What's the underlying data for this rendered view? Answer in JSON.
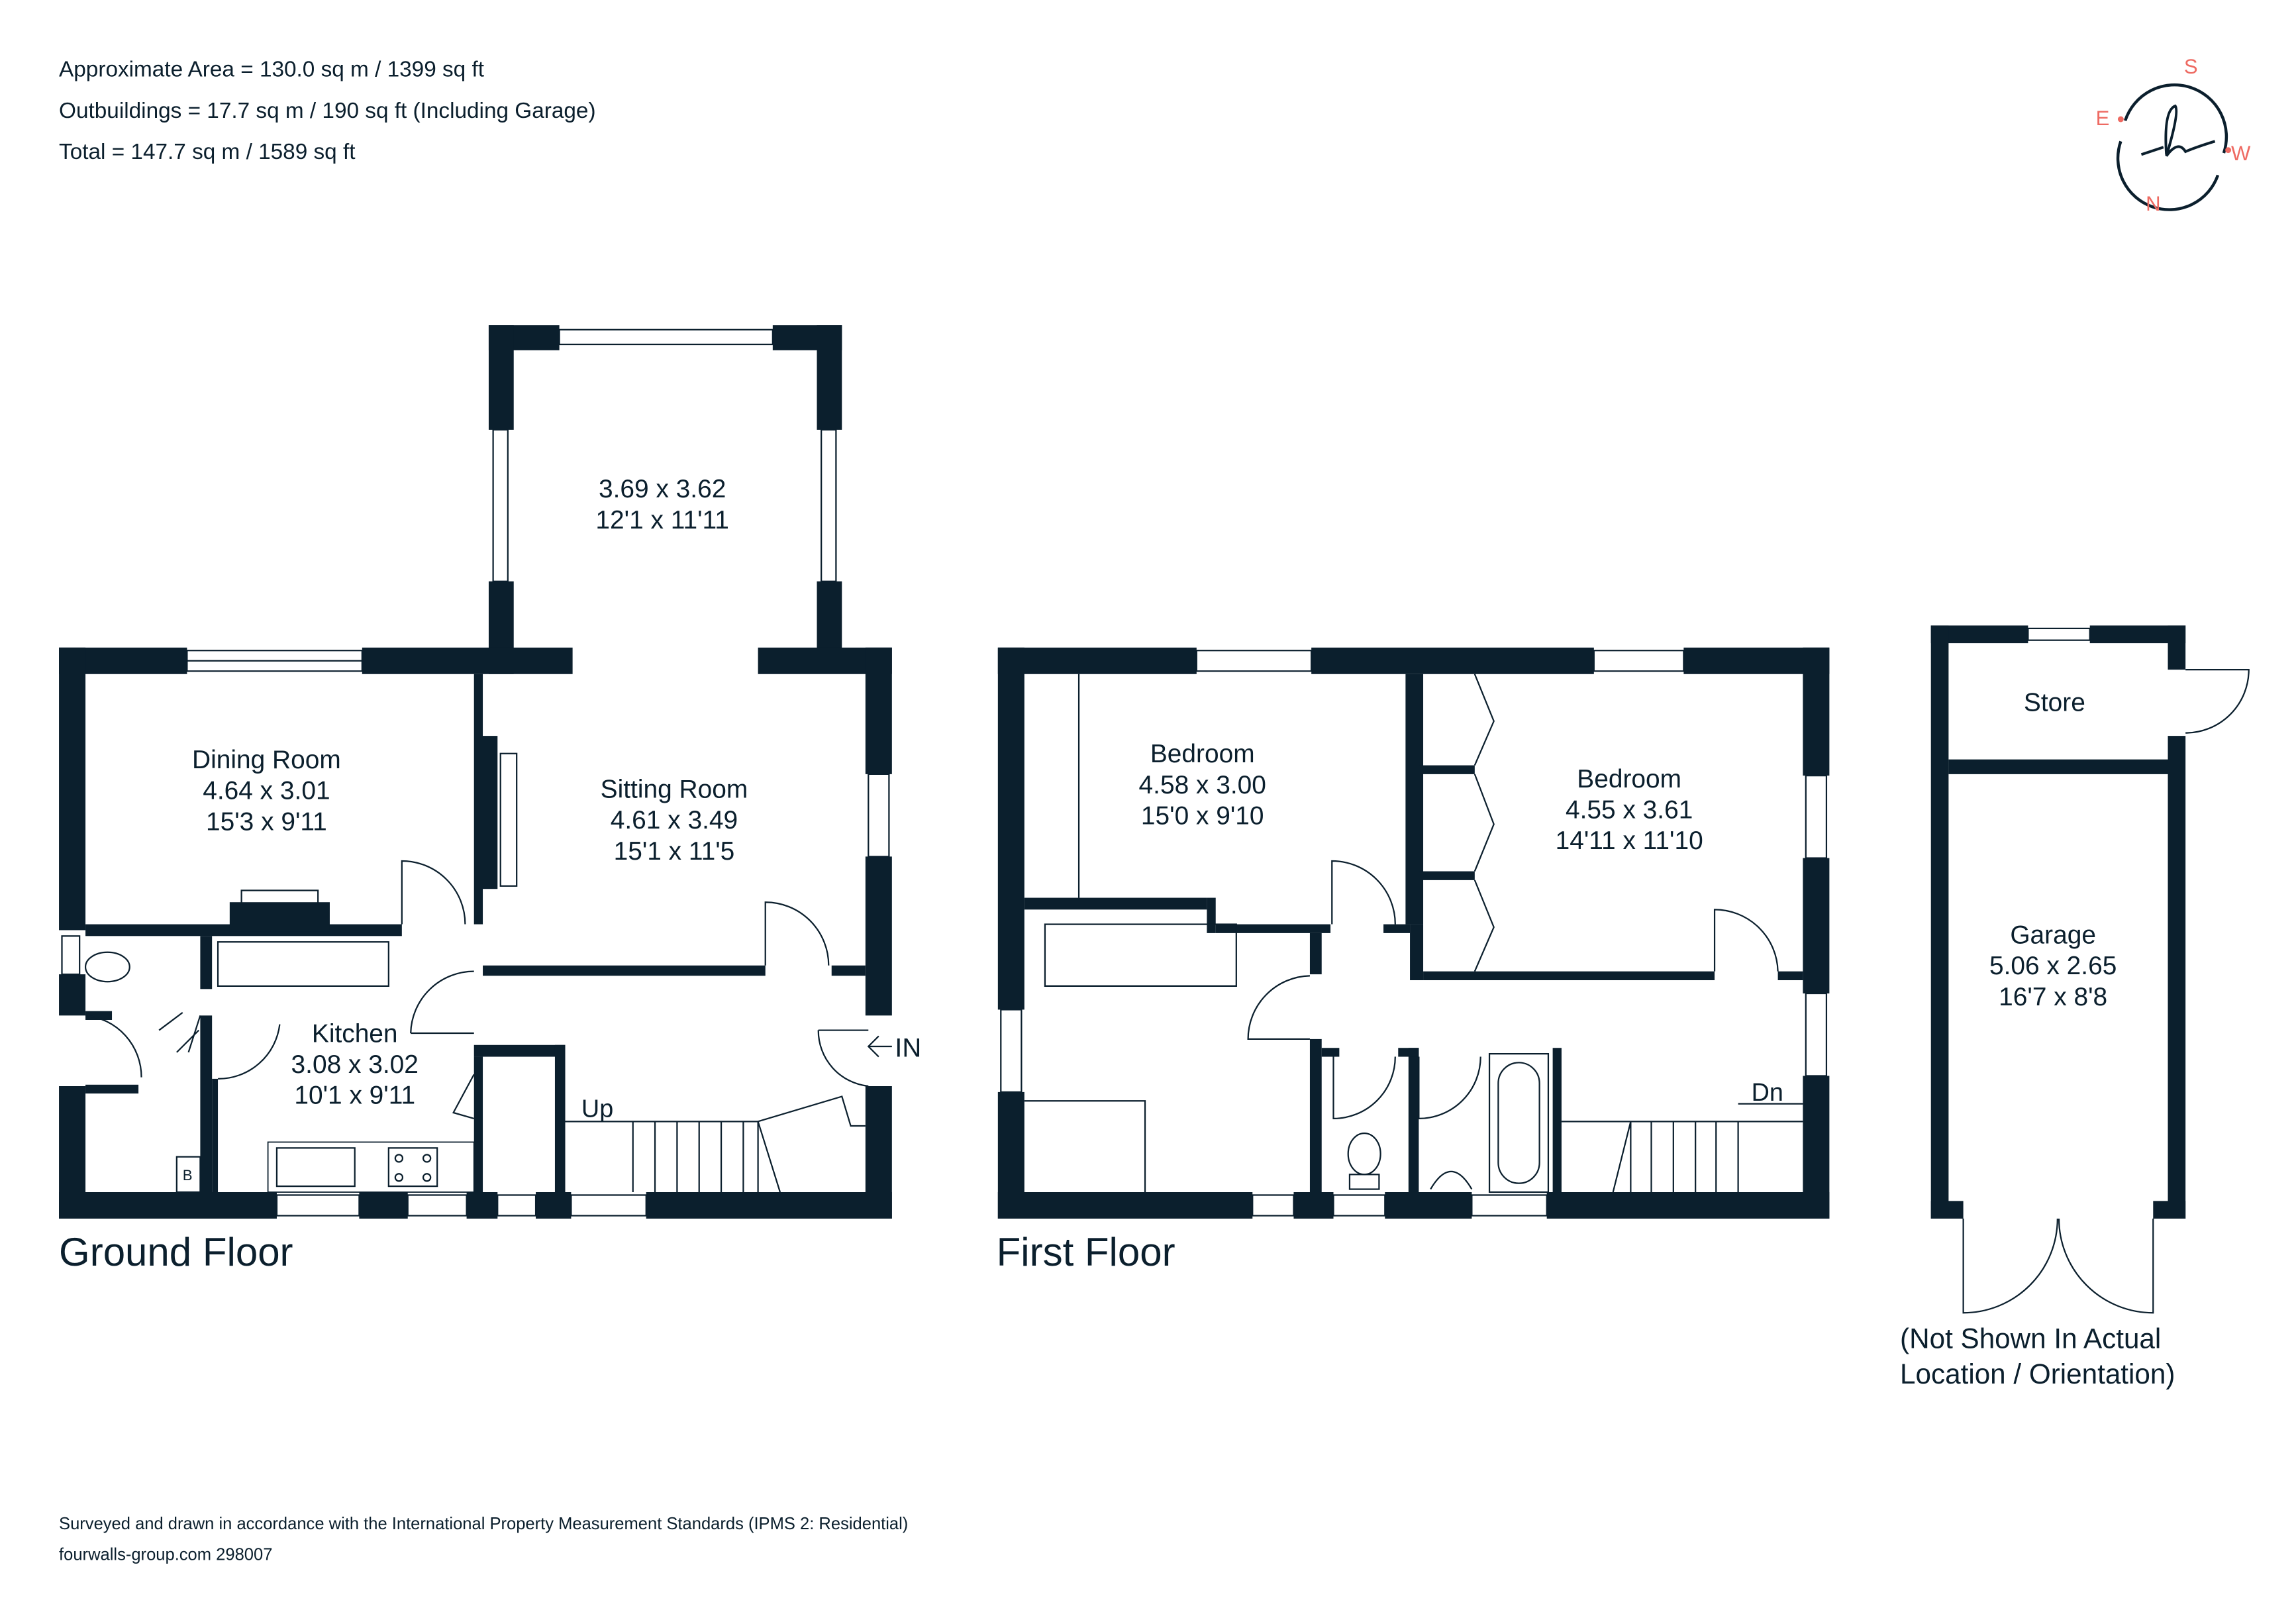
{
  "header": {
    "lines": [
      "Approximate Area = 130.0 sq m / 1399 sq ft",
      "Outbuildings = 17.7 sq m / 190 sq ft (Including Garage)",
      "Total = 147.7 sq m / 1589 sq ft"
    ]
  },
  "compass": {
    "letters": {
      "s": "S",
      "e": "E",
      "w": "W",
      "n": "N"
    },
    "logo_letter": "h",
    "accent_color": "#ee6a62"
  },
  "colors": {
    "wall": "#0b1f2d"
  },
  "ground_floor": {
    "title": "Ground Floor",
    "rooms": [
      {
        "name": "",
        "metric": "3.69 x 3.62",
        "imperial": "12'1 x 11'11"
      },
      {
        "name": "Dining Room",
        "metric": "4.64 x 3.01",
        "imperial": "15'3 x 9'11"
      },
      {
        "name": "Sitting Room",
        "metric": "4.61 x 3.49",
        "imperial": "15'1 x 11'5"
      },
      {
        "name": "Kitchen",
        "metric": "3.08 x 3.02",
        "imperial": "10'1 x 9'11"
      }
    ],
    "labels": {
      "up": "Up",
      "in": "IN",
      "boiler": "B"
    }
  },
  "first_floor": {
    "title": "First Floor",
    "rooms": [
      {
        "name": "Bedroom",
        "metric": "4.58 x 3.00",
        "imperial": "15'0 x 9'10"
      },
      {
        "name": "Bedroom",
        "metric": "4.55 x 3.61",
        "imperial": "14'11 x 11'10"
      }
    ],
    "labels": {
      "down": "Dn"
    }
  },
  "outbuildings": {
    "store": "Store",
    "garage": {
      "name": "Garage",
      "metric": "5.06 x 2.65",
      "imperial": "16'7 x 8'8"
    },
    "note_lines": [
      "(Not Shown In Actual",
      "Location / Orientation)"
    ]
  },
  "footer": {
    "lines": [
      "Surveyed and drawn in accordance with the International Property Measurement Standards (IPMS 2: Residential)",
      "fourwalls-group.com 298007"
    ]
  }
}
